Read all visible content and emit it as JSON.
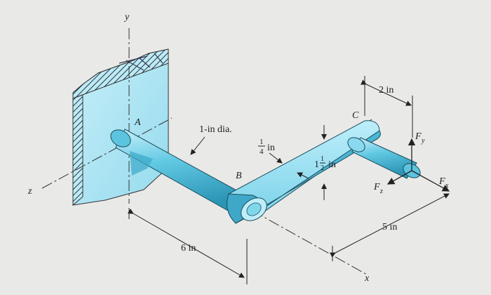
{
  "labels": {
    "y": "y",
    "z": "z",
    "x": "x",
    "A": "A",
    "B": "B",
    "C": "C",
    "dia": "1-in dia.",
    "quarter_num": "1",
    "quarter_den": "4",
    "quarter_unit": "in",
    "onehalf_whole": "1",
    "onehalf_num": "1",
    "onehalf_den": "2",
    "onehalf_unit": "in",
    "two_in": "2 in",
    "six_in": "6 in",
    "five_in": "5 in",
    "Fx": "F",
    "Fx_sub": "x",
    "Fy": "F",
    "Fy_sub": "y",
    "Fz": "F",
    "Fz_sub": "z"
  },
  "colors": {
    "shaft": "#5ec8e2",
    "shaft_dark": "#2e9dbd",
    "shaft_light": "#bfeefa",
    "wall": "#a9e3f2",
    "background": "#e9e9e7"
  }
}
